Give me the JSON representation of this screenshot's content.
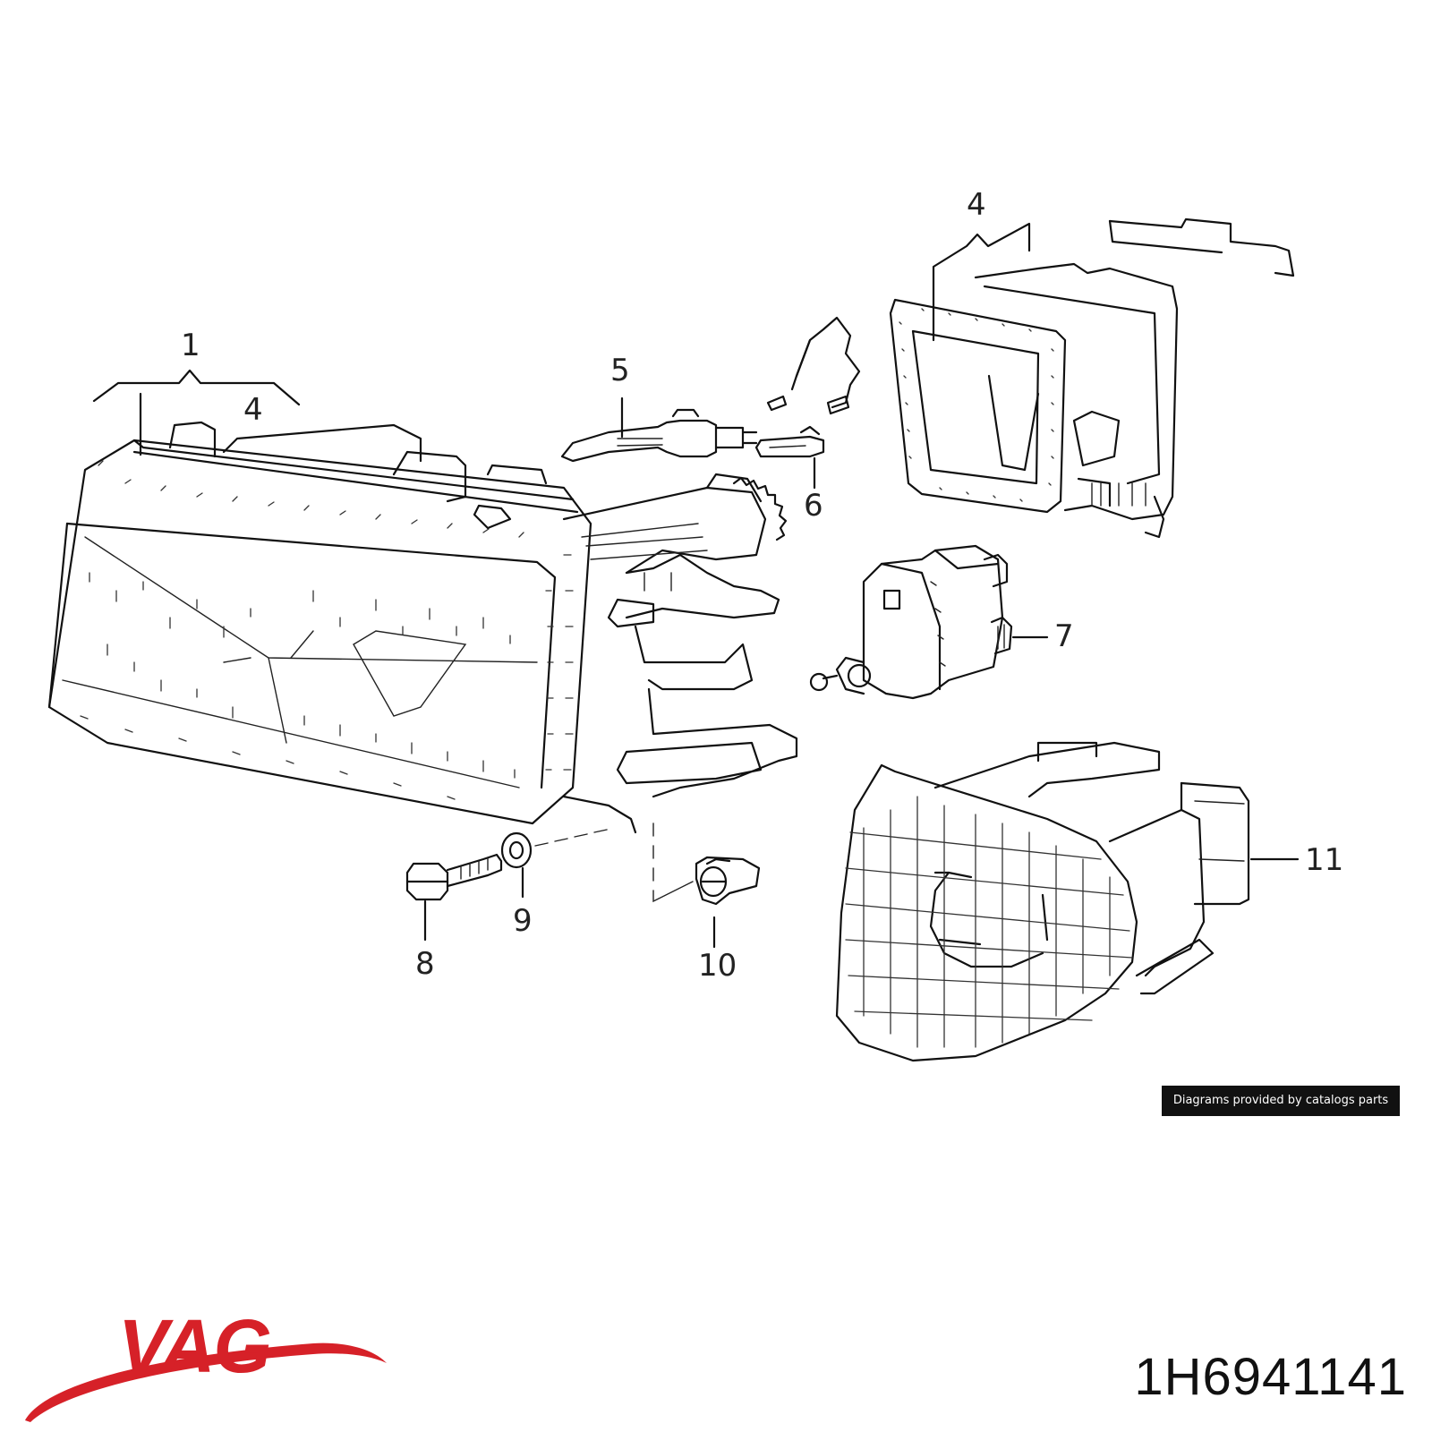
{
  "diagram": {
    "callouts": {
      "c1": "1",
      "c4a": "4",
      "c4b": "4",
      "c5": "5",
      "c6": "6",
      "c7": "7",
      "c8": "8",
      "c9": "9",
      "c10": "10",
      "c11": "11"
    }
  },
  "credit": "Diagrams provided by catalogs parts",
  "brand": {
    "logo_text": "VAG",
    "logo_color": "#d62128",
    "logo_icon": "vag-swoosh-logo"
  },
  "part_number": "1H6941141"
}
